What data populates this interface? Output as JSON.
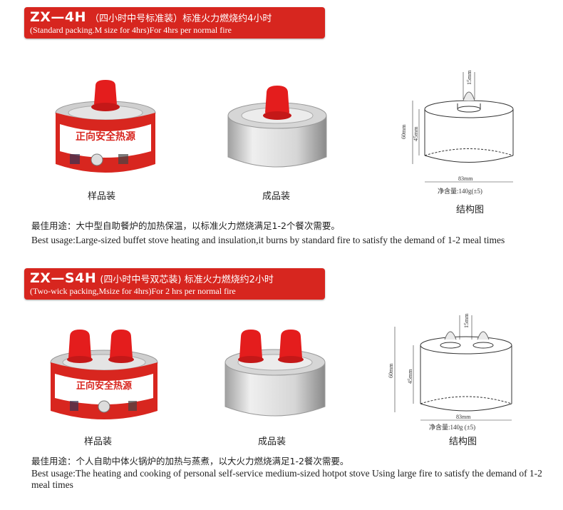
{
  "section1": {
    "model": "ZX—4H",
    "cn_title": "（四小时中号标准装）标准火力燃烧约4小时",
    "en_title": "(Standard packing.M size for  4hrs)For  4hrs per normal fire",
    "label_sample": "样品装",
    "label_product": "成品装",
    "label_structure": "结构图",
    "dim_wick": "15mm",
    "dim_height": "60mm",
    "dim_inner": "45mm",
    "dim_width": "83mm",
    "net_weight": "净含量:140g(±5)",
    "usage_cn": "最佳用途：大中型自助餐炉的加热保温，以标准火力燃烧满足1-2个餐次需要。",
    "usage_en": "Best usage:Large-sized buffet stove heating and insulation,it burns by standard fire to satisfy the demand of 1-2 meal times",
    "can_brand": "正向安全热源"
  },
  "section2": {
    "model": "ZX—S4H",
    "cn_title": "(四小时中号双芯装) 标准火力燃烧约2小时",
    "en_title": "(Two-wick packing,Msize for  4hrs)For 2 hrs per normal fire",
    "label_sample": "样品装",
    "label_product": "成品装",
    "label_structure": "结构图",
    "dim_wick": "15mm",
    "dim_height": "60mm",
    "dim_inner": "45mm",
    "dim_width": "83mm",
    "net_weight": "净含量:140g (±5)",
    "usage_cn": "最佳用途：个人自助中体火锅炉的加热与蒸煮，以大火力燃烧满足1-2餐次需要。",
    "usage_en": "Best usage:The heating and cooking of personal self-service medium-sized hotpot stove Using large fire to satisfy the demand of 1-2 meal times",
    "can_brand": "正向安全热源"
  }
}
